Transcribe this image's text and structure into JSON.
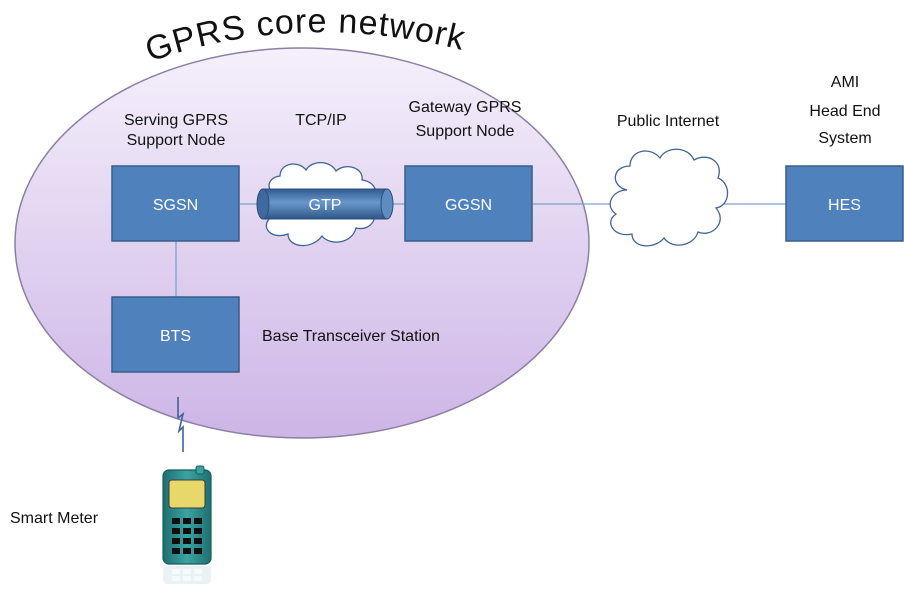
{
  "diagram": {
    "title": "GPRS core network",
    "labels": {
      "sgsn_desc_line1": "Serving GPRS",
      "sgsn_desc_line2": "Support Node",
      "tcpip": "TCP/IP",
      "ggsn_desc_line1": "Gateway GPRS",
      "ggsn_desc_line2": "Support Node",
      "public_internet": "Public Internet",
      "hes_desc_line1": "AMI",
      "hes_desc_line2": "Head End",
      "hes_desc_line3": "System",
      "bts_desc": "Base Transceiver  Station",
      "smart_meter": "Smart Meter"
    },
    "nodes": {
      "sgsn": "SGSN",
      "gtp": "GTP",
      "ggsn": "GGSN",
      "hes": "HES",
      "bts": "BTS"
    },
    "colors": {
      "box_fill": "#4f81bd",
      "box_stroke": "#385d8a",
      "ellipse_fill_top": "#f4eefa",
      "ellipse_fill_bottom": "#cdb6e6",
      "ellipse_stroke": "#8f83a6",
      "line": "#4f81bd",
      "meter_body": "#2e8c8c",
      "meter_screen": "#e8d86a"
    }
  }
}
